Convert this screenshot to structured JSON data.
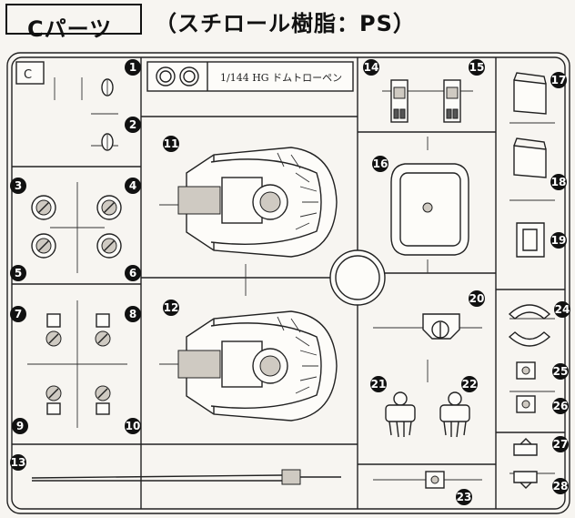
{
  "header": {
    "label": "Cパーツ",
    "subtitle": "（スチロール樹脂：PS）"
  },
  "runner": {
    "corner_letter": "C",
    "tag_text": "1/144 HG ドムトローペン"
  },
  "part_numbers": [
    "1",
    "2",
    "3",
    "4",
    "5",
    "6",
    "7",
    "8",
    "9",
    "10",
    "11",
    "12",
    "13",
    "14",
    "15",
    "16",
    "17",
    "18",
    "19",
    "20",
    "21",
    "22",
    "23",
    "24",
    "25",
    "26",
    "27",
    "28"
  ]
}
